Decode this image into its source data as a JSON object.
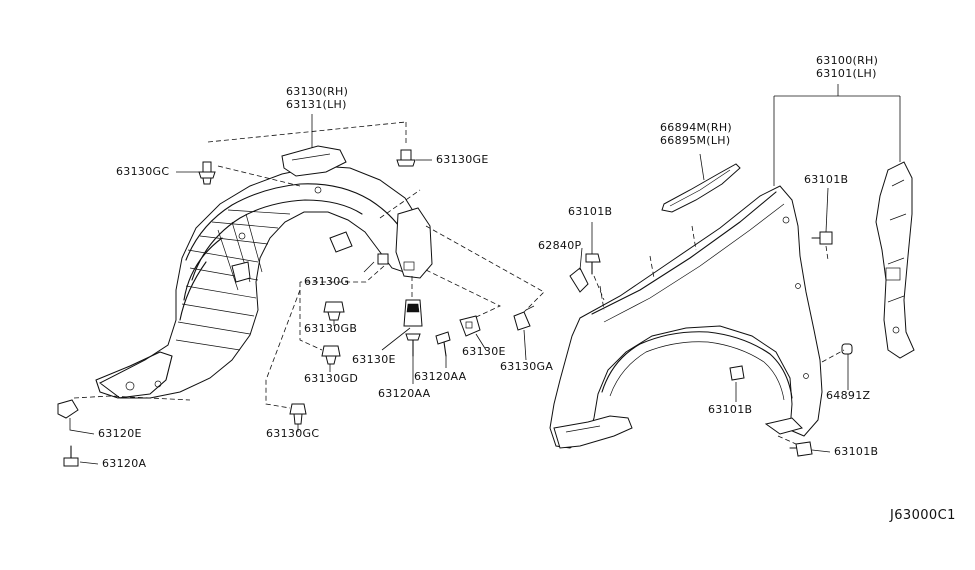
{
  "diagram": {
    "labels": {
      "p63130_rh": "63130(RH)",
      "p63131_lh": "63131(LH)",
      "p63130gc_top": "63130GC",
      "p63130ge": "63130GE",
      "p63130g": "63130G",
      "p63130gb": "63130GB",
      "p63130gd": "63130GD",
      "p63130gc_bottom": "63130GC",
      "p63130e_left": "63130E",
      "p63130e_right": "63130E",
      "p63120aa_left": "63120AA",
      "p63120aa_right": "63120AA",
      "p63130ga": "63130GA",
      "p63120e": "63120E",
      "p63120a": "63120A",
      "p66894m_rh": "66894M(RH)",
      "p66895m_lh": "66895M(LH)",
      "p63101b_clip": "63101B",
      "p62840p": "62840P",
      "p63100_rh": "63100(RH)",
      "p63101_lh": "63101(LH)",
      "p63101b_upper": "63101B",
      "p63101b_lower": "63101B",
      "p63101b_bottom": "63101B",
      "p64891z": "64891Z"
    },
    "reference_code": "J63000C1"
  }
}
